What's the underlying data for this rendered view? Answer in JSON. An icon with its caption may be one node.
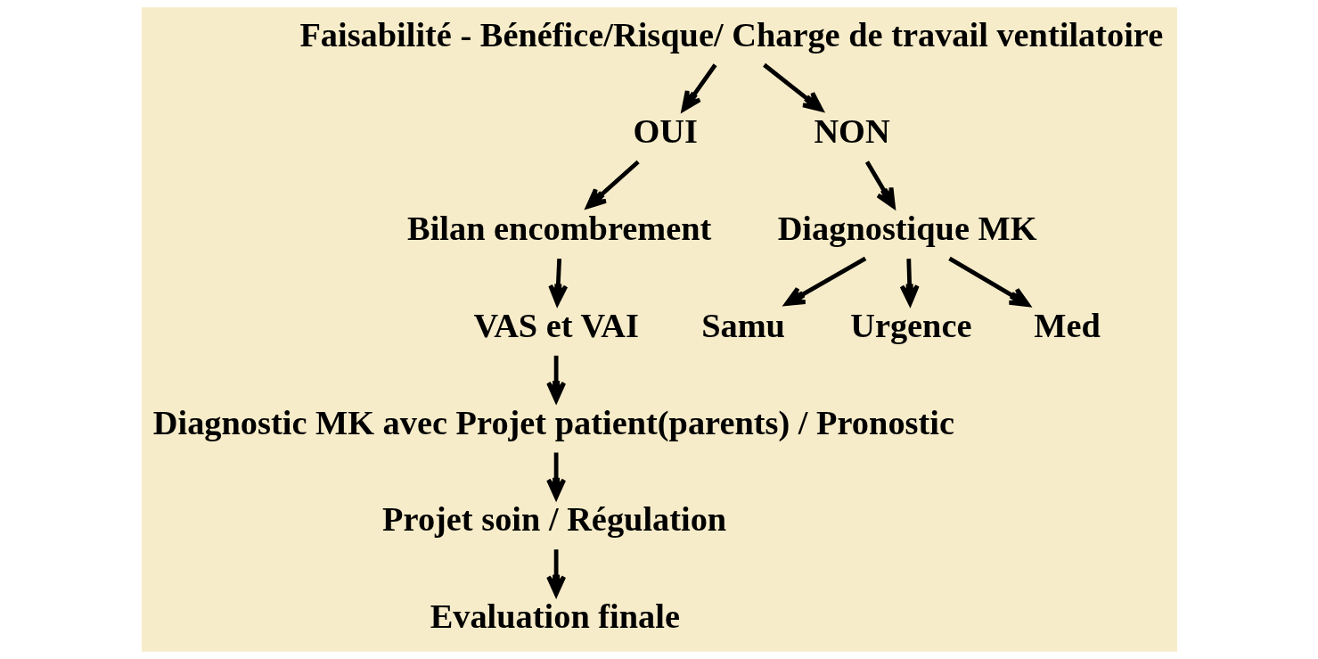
{
  "diagram": {
    "nodes": [
      {
        "text": [
          "Faisabilité - Bénéfice/Risque/ Charge de travail ventilatoire"
        ]
      },
      {
        "text": [
          "OUI"
        ]
      },
      {
        "text": [
          "NON"
        ]
      },
      {
        "text": [
          "Bilan encombrement"
        ]
      },
      {
        "text": [
          "Diagnostique MK"
        ]
      },
      {
        "text": [
          "VAS et VAI"
        ]
      },
      {
        "text": [
          "Samu"
        ]
      },
      {
        "text": [
          "Urgence"
        ]
      },
      {
        "text": [
          "Med"
        ]
      },
      {
        "text": [
          "Diagnostic MK avec Projet patient(parents) / Pronostic"
        ]
      },
      {
        "text": [
          "Projet soin / Régulation"
        ]
      },
      {
        "text": [
          "Evaluation finale"
        ]
      }
    ],
    "edges": [
      {
        "from": 0,
        "to": 1,
        "arrow": "to"
      },
      {
        "from": 0,
        "to": 2,
        "arrow": "to"
      },
      {
        "from": 1,
        "to": 3,
        "arrow": "to"
      },
      {
        "from": 2,
        "to": 4,
        "arrow": "to"
      },
      {
        "from": 3,
        "to": 5,
        "arrow": "to"
      },
      {
        "from": 4,
        "to": 6,
        "arrow": "to"
      },
      {
        "from": 4,
        "to": 7,
        "arrow": "to"
      },
      {
        "from": 4,
        "to": 8,
        "arrow": "to"
      },
      {
        "from": 5,
        "to": 9,
        "arrow": "to"
      },
      {
        "from": 9,
        "to": 10,
        "arrow": "to"
      },
      {
        "from": 10,
        "to": 11,
        "arrow": "to"
      }
    ]
  }
}
